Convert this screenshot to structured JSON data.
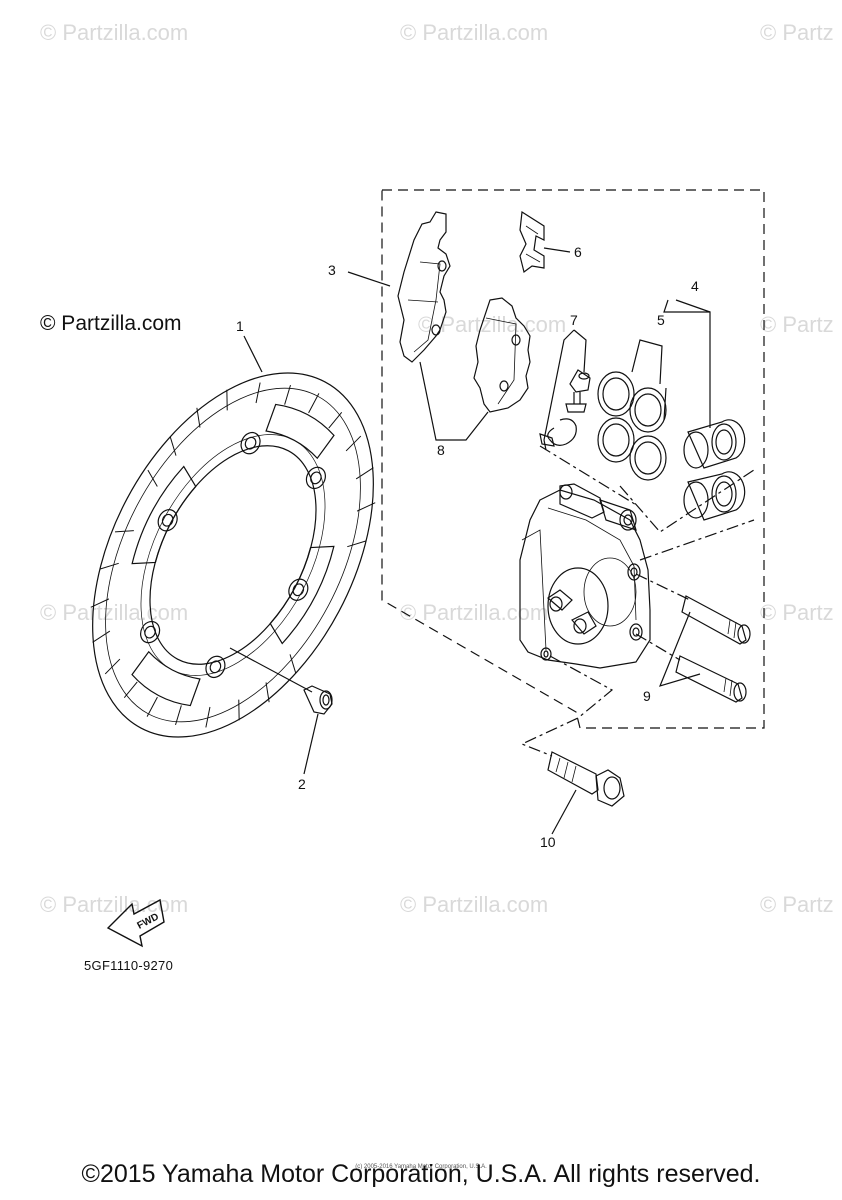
{
  "watermarks": [
    "© Partzilla.com",
    "© Partzilla.com",
    "© Partz",
    "© Partzilla.com",
    "© Partz",
    "© Partzilla.com",
    "© Partzilla.com",
    "© Partz",
    "© Partzilla.com",
    "© Partzilla.com",
    "© Partz"
  ],
  "brand_watermark": "© Partzilla.com",
  "callouts": [
    "1",
    "2",
    "3",
    "4",
    "5",
    "6",
    "7",
    "8",
    "9",
    "10"
  ],
  "fwd_label": "FWD",
  "part_number": "5GF1110-9270",
  "tiny_notice": "(c) 2005-2016 Yamaha Motor Corporation, U.S.A.",
  "copyright": "©2015 Yamaha Motor Corporation, U.S.A. All rights reserved."
}
